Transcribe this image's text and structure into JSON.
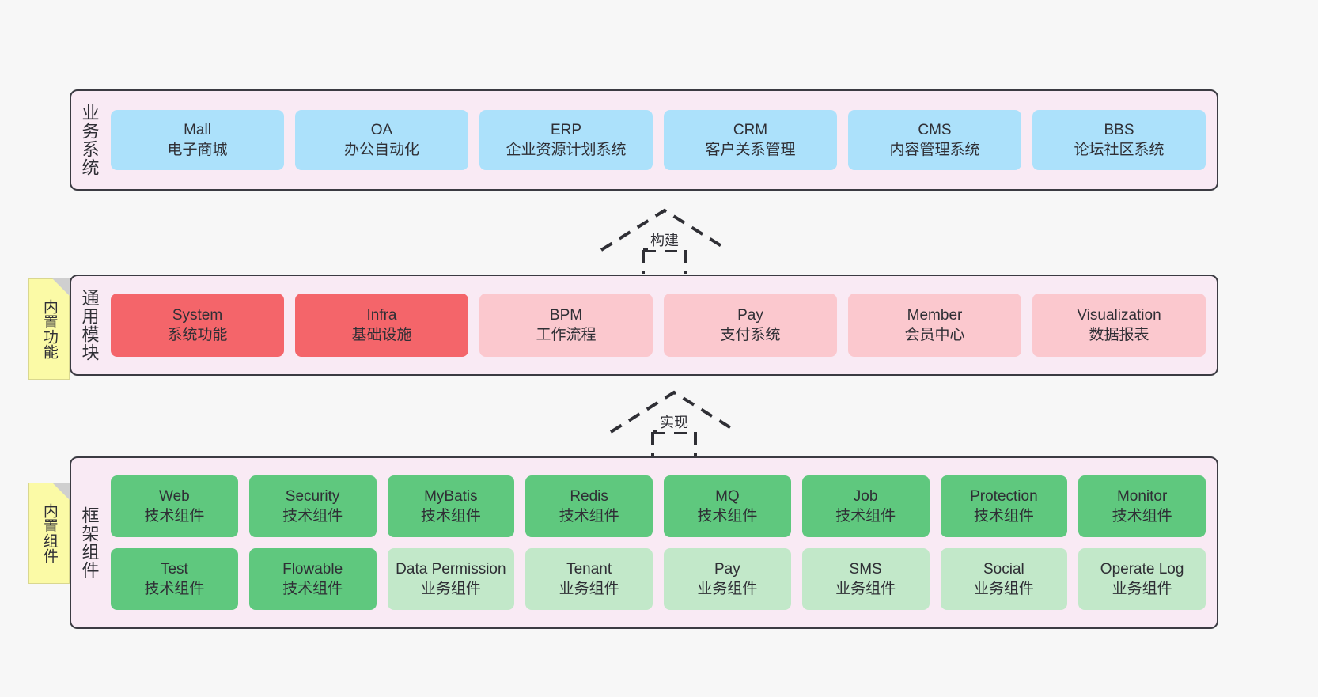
{
  "diagram": {
    "background_color": "#f7f7f7",
    "layer_fill": "#f9eaf4",
    "layer_border": "#3b3b42",
    "note_fill": "#fbfaa6"
  },
  "notes": [
    {
      "id": "builtin-functions",
      "label": "内置功能"
    },
    {
      "id": "builtin-components",
      "label": "内置组件"
    }
  ],
  "connectors": [
    {
      "id": "build",
      "label": "构建",
      "style": "dashed-hollow-arrow-up"
    },
    {
      "id": "realize",
      "label": "实现",
      "style": "dashed-hollow-arrow-up"
    }
  ],
  "layers": [
    {
      "id": "business-systems",
      "title": "业务系统",
      "color": "#ace1fb",
      "rows": [
        [
          {
            "name": "Mall",
            "desc": "电子商城",
            "color": "#ace1fb"
          },
          {
            "name": "OA",
            "desc": "办公自动化",
            "color": "#ace1fb"
          },
          {
            "name": "ERP",
            "desc": "企业资源计划系统",
            "color": "#ace1fb"
          },
          {
            "name": "CRM",
            "desc": "客户关系管理",
            "color": "#ace1fb"
          },
          {
            "name": "CMS",
            "desc": "内容管理系统",
            "color": "#ace1fb"
          },
          {
            "name": "BBS",
            "desc": "论坛社区系统",
            "color": "#ace1fb"
          }
        ]
      ]
    },
    {
      "id": "common-modules",
      "title": "通用模块",
      "color": "#fbc8ce",
      "rows": [
        [
          {
            "name": "System",
            "desc": "系统功能",
            "color": "#f4656a"
          },
          {
            "name": "Infra",
            "desc": "基础设施",
            "color": "#f4656a"
          },
          {
            "name": "BPM",
            "desc": "工作流程",
            "color": "#fbc8ce"
          },
          {
            "name": "Pay",
            "desc": "支付系统",
            "color": "#fbc8ce"
          },
          {
            "name": "Member",
            "desc": "会员中心",
            "color": "#fbc8ce"
          },
          {
            "name": "Visualization",
            "desc": "数据报表",
            "color": "#fbc8ce"
          }
        ]
      ]
    },
    {
      "id": "framework-components",
      "title": "框架组件",
      "color": "#5fc87e",
      "rows": [
        [
          {
            "name": "Web",
            "desc": "技术组件",
            "color": "#5fc87e"
          },
          {
            "name": "Security",
            "desc": "技术组件",
            "color": "#5fc87e"
          },
          {
            "name": "MyBatis",
            "desc": "技术组件",
            "color": "#5fc87e"
          },
          {
            "name": "Redis",
            "desc": "技术组件",
            "color": "#5fc87e"
          },
          {
            "name": "MQ",
            "desc": "技术组件",
            "color": "#5fc87e"
          },
          {
            "name": "Job",
            "desc": "技术组件",
            "color": "#5fc87e"
          },
          {
            "name": "Protection",
            "desc": "技术组件",
            "color": "#5fc87e"
          },
          {
            "name": "Monitor",
            "desc": "技术组件",
            "color": "#5fc87e"
          }
        ],
        [
          {
            "name": "Test",
            "desc": "技术组件",
            "color": "#5fc87e"
          },
          {
            "name": "Flowable",
            "desc": "技术组件",
            "color": "#5fc87e"
          },
          {
            "name": "Data Permission",
            "desc": "业务组件",
            "color": "#c2e8c9"
          },
          {
            "name": "Tenant",
            "desc": "业务组件",
            "color": "#c2e8c9"
          },
          {
            "name": "Pay",
            "desc": "业务组件",
            "color": "#c2e8c9"
          },
          {
            "name": "SMS",
            "desc": "业务组件",
            "color": "#c2e8c9"
          },
          {
            "name": "Social",
            "desc": "业务组件",
            "color": "#c2e8c9"
          },
          {
            "name": "Operate Log",
            "desc": "业务组件",
            "color": "#c2e8c9"
          }
        ]
      ]
    }
  ]
}
